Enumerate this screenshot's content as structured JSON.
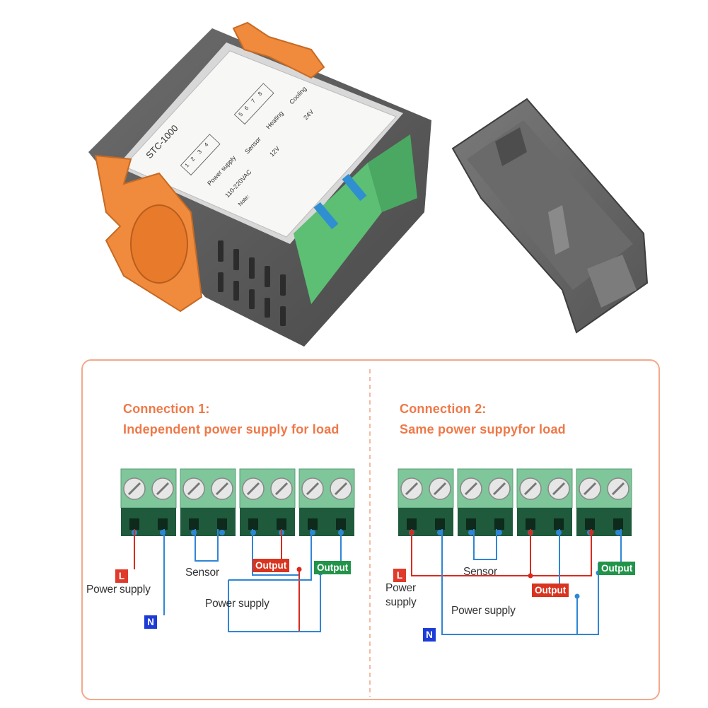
{
  "product": {
    "label_title": "STC-1000",
    "terminal_numbers": [
      "1",
      "2",
      "3",
      "4",
      "5",
      "6",
      "7",
      "8"
    ],
    "power_supply_label": "Power supply",
    "sensor_label": "Sensor",
    "heating_label": "Heating",
    "cooling_label": "Cooling",
    "voltage_main": "110-220VAC",
    "voltage_12v": "12V",
    "voltage_24v": "24V",
    "note_title": "Note:"
  },
  "connection1": {
    "title": "Connection 1:",
    "subtitle": "Independent power supply for load",
    "l_tag": "L",
    "n_tag": "N",
    "power_supply_left": "Power supply",
    "sensor": "Sensor",
    "output_red": "Output",
    "output_green": "Output",
    "power_supply_mid": "Power supply"
  },
  "connection2": {
    "title": "Connection 2:",
    "subtitle": "Same power suppyfor load",
    "l_tag": "L",
    "n_tag": "N",
    "power_line1": "Power",
    "power_line2": "supply",
    "sensor": "Sensor",
    "output_green": "Output",
    "output_red": "Output",
    "power_supply_mid": "Power supply"
  },
  "colors": {
    "accent_orange": "#ef7848",
    "wire_red": "#d82b1e",
    "wire_blue": "#2f86d6",
    "terminal_green": "#7fc69a",
    "terminal_dark": "#1e5a3b"
  }
}
